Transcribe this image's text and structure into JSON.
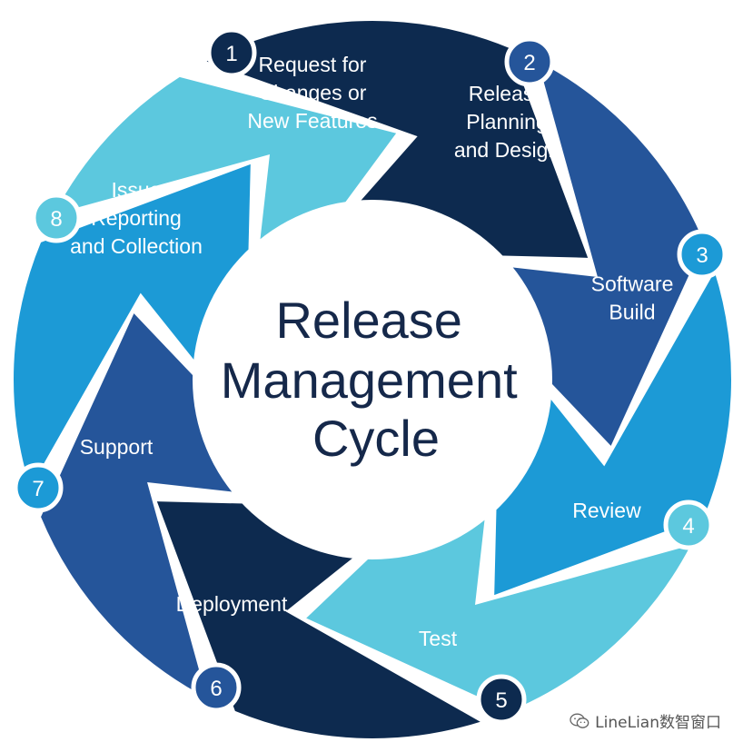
{
  "center_title": [
    "Release",
    "Management",
    "Cycle"
  ],
  "steps": [
    {
      "number": "1",
      "label": [
        "Request for",
        "Changes or",
        "New Features"
      ],
      "color": "#0d2a4f"
    },
    {
      "number": "2",
      "label": [
        "Release",
        "Planning",
        "and Design"
      ],
      "color": "#25559a"
    },
    {
      "number": "3",
      "label": [
        "Software",
        "Build"
      ],
      "color": "#1c9ad6"
    },
    {
      "number": "4",
      "label": [
        "Review"
      ],
      "color": "#5cc8de"
    },
    {
      "number": "5",
      "label": [
        "Test"
      ],
      "color": "#0d2a4f"
    },
    {
      "number": "6",
      "label": [
        "Deployment"
      ],
      "color": "#25559a"
    },
    {
      "number": "7",
      "label": [
        "Support"
      ],
      "color": "#1c9ad6"
    },
    {
      "number": "8",
      "label": [
        "Issue",
        "Reporting",
        "and Collection"
      ],
      "color": "#5cc8de"
    }
  ],
  "watermark": {
    "text": "LineLian数智窗口",
    "icon": "wechat-icon"
  }
}
